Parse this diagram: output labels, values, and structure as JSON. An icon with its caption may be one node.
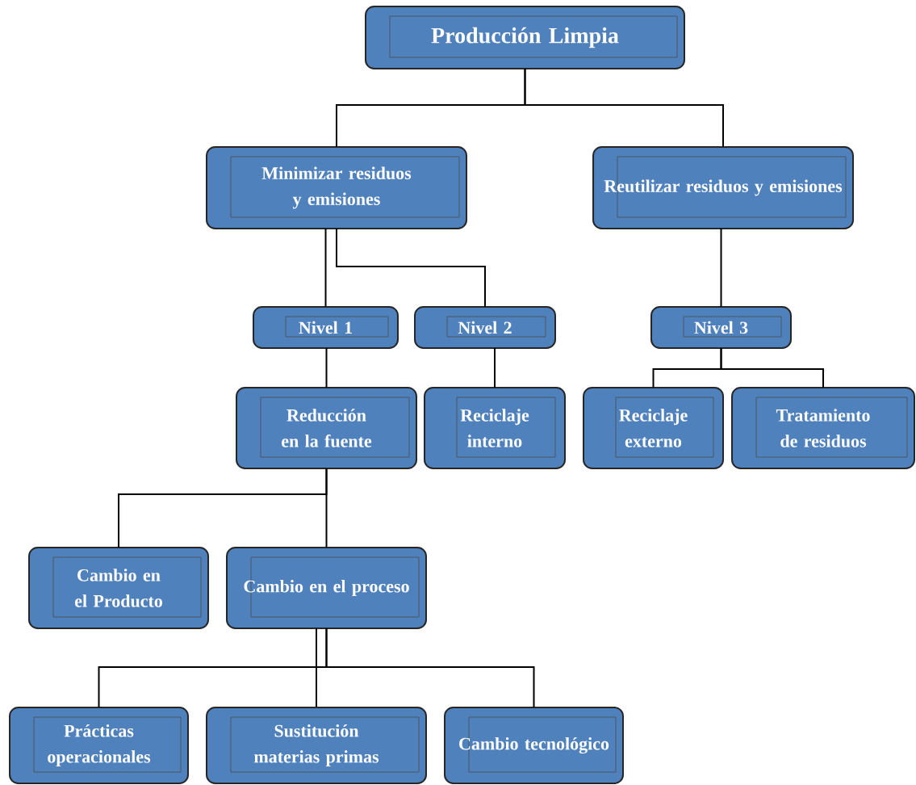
{
  "diagram": {
    "nodes": [
      {
        "text": [
          "Producción Limpia"
        ]
      },
      {
        "text": [
          "Minimizar residuos y emisiones"
        ]
      },
      {
        "text": [
          "Reutilizar residuos y emisiones"
        ]
      },
      {
        "text": [
          "Nivel 1"
        ]
      },
      {
        "text": [
          "Nivel 2"
        ]
      },
      {
        "text": [
          "Nivel 3"
        ]
      },
      {
        "text": [
          "Reducción en la fuente"
        ]
      },
      {
        "text": [
          "Reciclaje interno"
        ]
      },
      {
        "text": [
          "Reciclaje externo"
        ]
      },
      {
        "text": [
          "Tratamiento de residuos"
        ]
      },
      {
        "text": [
          "Cambio en el Producto"
        ]
      },
      {
        "text": [
          "Cambio en el proceso"
        ]
      },
      {
        "text": [
          "Prácticas operacionales"
        ]
      },
      {
        "text": [
          "Sustitución materias primas"
        ]
      },
      {
        "text": [
          "Cambio tecnológico"
        ]
      }
    ],
    "edges": [
      {
        "from": 0,
        "to": 1,
        "arrow": "none"
      },
      {
        "from": 0,
        "to": 2,
        "arrow": "none"
      },
      {
        "from": 1,
        "to": 3,
        "arrow": "none"
      },
      {
        "from": 1,
        "to": 4,
        "arrow": "none"
      },
      {
        "from": 2,
        "to": 5,
        "arrow": "none"
      },
      {
        "from": 3,
        "to": 6,
        "arrow": "none"
      },
      {
        "from": 4,
        "to": 7,
        "arrow": "none"
      },
      {
        "from": 5,
        "to": 8,
        "arrow": "none"
      },
      {
        "from": 5,
        "to": 9,
        "arrow": "none"
      },
      {
        "from": 6,
        "to": 10,
        "arrow": "none"
      },
      {
        "from": 6,
        "to": 11,
        "arrow": "none"
      },
      {
        "from": 11,
        "to": 12,
        "arrow": "none"
      },
      {
        "from": 11,
        "to": 13,
        "arrow": "none"
      },
      {
        "from": 11,
        "to": 14,
        "arrow": "none"
      }
    ]
  }
}
